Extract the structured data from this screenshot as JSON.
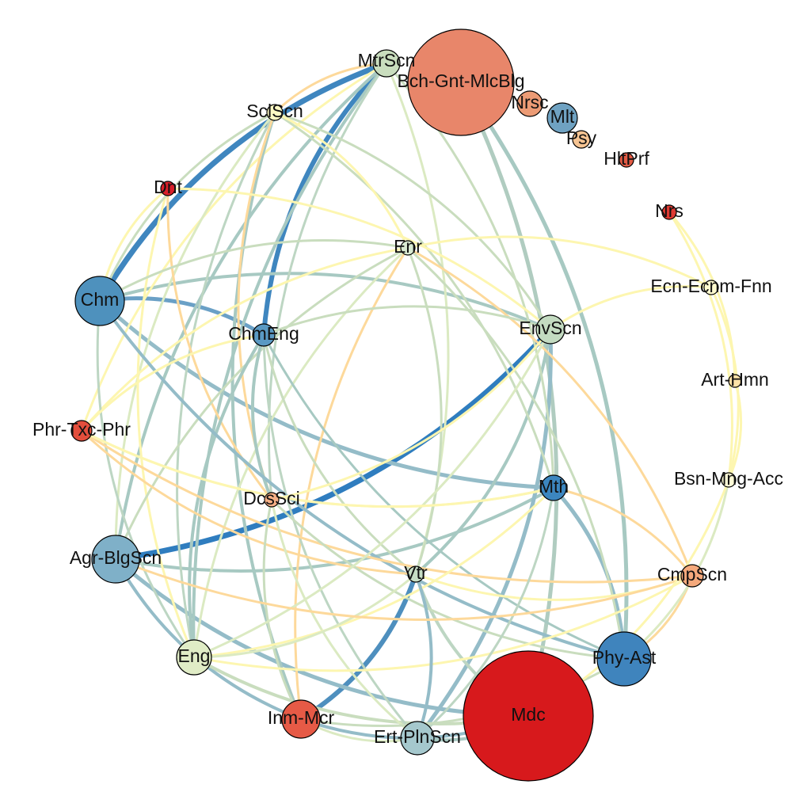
{
  "diagram": {
    "nodes": [
      {
        "id": "MtrScn",
        "label": "MtrScn",
        "color": "#c9ddbe"
      },
      {
        "id": "BGM",
        "label": "Bch-Gnt-MlcBlg",
        "color": "#e8866a"
      },
      {
        "id": "Nrsc",
        "label": "Nrsc",
        "color": "#ec9b75"
      },
      {
        "id": "Mlt",
        "label": "Mlt",
        "color": "#6fa2c2"
      },
      {
        "id": "Psy",
        "label": "Psy",
        "color": "#f6c493"
      },
      {
        "id": "HltPrf",
        "label": "HltPrf",
        "color": "#e35b45"
      },
      {
        "id": "SclScn",
        "label": "SclScn",
        "color": "#fdf9c4"
      },
      {
        "id": "Dnt",
        "label": "Dnt",
        "color": "#d8202a"
      },
      {
        "id": "Nrs",
        "label": "Nrs",
        "color": "#de3a32"
      },
      {
        "id": "Enr",
        "label": "Enr",
        "color": "#d9ead2"
      },
      {
        "id": "Chm",
        "label": "Chm",
        "color": "#4e91bd"
      },
      {
        "id": "EcnFnn",
        "label": "Ecn-Ecnm-Fnn",
        "color": "#fffbd0"
      },
      {
        "id": "ChmEng",
        "label": "ChmEng",
        "color": "#5a99c3"
      },
      {
        "id": "EnvScn",
        "label": "EnvScn",
        "color": "#c3dbc1"
      },
      {
        "id": "ArtHmn",
        "label": "Art-Hmn",
        "color": "#fde3a8"
      },
      {
        "id": "PTP",
        "label": "Phr-Txc-Phr",
        "color": "#e34e3c"
      },
      {
        "id": "Mth",
        "label": "Mth",
        "color": "#3c86bf"
      },
      {
        "id": "BMA",
        "label": "Bsn-Mng-Acc",
        "color": "#fffbd6"
      },
      {
        "id": "DcsSci",
        "label": "DcsSci",
        "color": "#f6b085"
      },
      {
        "id": "ABS",
        "label": "Agr-BlgScn",
        "color": "#7fb0c8"
      },
      {
        "id": "CmpScn",
        "label": "CmpScn",
        "color": "#f5a97c"
      },
      {
        "id": "Vtr",
        "label": "Vtr",
        "color": "#c6ddc4"
      },
      {
        "id": "Eng",
        "label": "Eng",
        "color": "#e0ecc6"
      },
      {
        "id": "PhyAst",
        "label": "Phy-Ast",
        "color": "#3f84bd"
      },
      {
        "id": "Mdc",
        "label": "Mdc",
        "color": "#d7191c"
      },
      {
        "id": "InmMcr",
        "label": "Inm-Mcr",
        "color": "#e65a46"
      },
      {
        "id": "EPS",
        "label": "Ert-PlnScn",
        "color": "#a5c8cd"
      }
    ],
    "edges": [
      {
        "source": "Chm",
        "target": "MtrScn",
        "color": "#3f86bf",
        "weight": 7
      },
      {
        "source": "ABS",
        "target": "EnvScn",
        "color": "#2f7dbf",
        "weight": 7
      },
      {
        "source": "InmMcr",
        "target": "Vtr",
        "color": "#4e8fbe",
        "weight": 6
      },
      {
        "source": "ChmEng",
        "target": "MtrScn",
        "color": "#3f86bf",
        "weight": 6
      },
      {
        "source": "BGM",
        "target": "PhyAst",
        "color": "#a7c9c2",
        "weight": 5
      },
      {
        "source": "BGM",
        "target": "Mdc",
        "color": "#b0ccc0",
        "weight": 5
      },
      {
        "source": "Chm",
        "target": "Mth",
        "color": "#94bcc8",
        "weight": 5
      },
      {
        "source": "Chm",
        "target": "ChmEng",
        "color": "#6aa0c6",
        "weight": 5
      },
      {
        "source": "Chm",
        "target": "EnvScn",
        "color": "#a7c9c2",
        "weight": 4
      },
      {
        "source": "ABS",
        "target": "Mdc",
        "color": "#94bcc8",
        "weight": 5
      },
      {
        "source": "ABS",
        "target": "Mth",
        "color": "#a7c9c2",
        "weight": 4
      },
      {
        "source": "ABS",
        "target": "InmMcr",
        "color": "#94bcc8",
        "weight": 4
      },
      {
        "source": "EnvScn",
        "target": "EPS",
        "color": "#94bcc8",
        "weight": 5
      },
      {
        "source": "EnvScn",
        "target": "Vtr",
        "color": "#a7c9c2",
        "weight": 4
      },
      {
        "source": "Mth",
        "target": "PhyAst",
        "color": "#94bcc8",
        "weight": 5
      },
      {
        "source": "Mdc",
        "target": "InmMcr",
        "color": "#94bcc8",
        "weight": 4
      },
      {
        "source": "Mdc",
        "target": "EPS",
        "color": "#a7c9c2",
        "weight": 4
      },
      {
        "source": "Mdc",
        "target": "Vtr",
        "color": "#bdd6c3",
        "weight": 4
      },
      {
        "source": "Mdc",
        "target": "Eng",
        "color": "#c9ddbe",
        "weight": 4
      },
      {
        "source": "MtrScn",
        "target": "Eng",
        "color": "#a7c9c2",
        "weight": 4
      },
      {
        "source": "MtrScn",
        "target": "ABS",
        "color": "#a7c9c2",
        "weight": 4
      },
      {
        "source": "MtrScn",
        "target": "DcsSci",
        "color": "#bdd6c3",
        "weight": 3
      },
      {
        "source": "MtrScn",
        "target": "Mth",
        "color": "#c9ddbe",
        "weight": 3
      },
      {
        "source": "MtrScn",
        "target": "Vtr",
        "color": "#dbeac2",
        "weight": 3
      },
      {
        "source": "MtrScn",
        "target": "PTP",
        "color": "#fdf6b0",
        "weight": 3
      },
      {
        "source": "MtrScn",
        "target": "SclScn",
        "color": "#fdd99b",
        "weight": 3
      },
      {
        "source": "SclScn",
        "target": "InmMcr",
        "color": "#a7c9c2",
        "weight": 4
      },
      {
        "source": "SclScn",
        "target": "Eng",
        "color": "#bdd6c3",
        "weight": 3
      },
      {
        "source": "SclScn",
        "target": "Mth",
        "color": "#c9ddbe",
        "weight": 3
      },
      {
        "source": "SclScn",
        "target": "EnvScn",
        "color": "#c9ddbe",
        "weight": 3
      },
      {
        "source": "SclScn",
        "target": "Enr",
        "color": "#fdf6b0",
        "weight": 3
      },
      {
        "source": "SclScn",
        "target": "ABS",
        "color": "#dbeac2",
        "weight": 3
      },
      {
        "source": "SclScn",
        "target": "DcsSci",
        "color": "#fdd99b",
        "weight": 3
      },
      {
        "source": "Dnt",
        "target": "DcsSci",
        "color": "#fdd99b",
        "weight": 3
      },
      {
        "source": "Dnt",
        "target": "EnvScn",
        "color": "#fdf6b0",
        "weight": 3
      },
      {
        "source": "Dnt",
        "target": "Eng",
        "color": "#fdf6b0",
        "weight": 3
      },
      {
        "source": "Enr",
        "target": "ABS",
        "color": "#c9ddbe",
        "weight": 3
      },
      {
        "source": "Enr",
        "target": "Eng",
        "color": "#dbeac2",
        "weight": 3
      },
      {
        "source": "Enr",
        "target": "Vtr",
        "color": "#c9ddbe",
        "weight": 3
      },
      {
        "source": "Enr",
        "target": "CmpScn",
        "color": "#fdd99b",
        "weight": 3
      },
      {
        "source": "Enr",
        "target": "EcnFnn",
        "color": "#fdf6b0",
        "weight": 3
      },
      {
        "source": "Enr",
        "target": "InmMcr",
        "color": "#fdd99b",
        "weight": 3
      },
      {
        "source": "Enr",
        "target": "PhyAst",
        "color": "#c9ddbe",
        "weight": 3
      },
      {
        "source": "Enr",
        "target": "PTP",
        "color": "#fdf6b0",
        "weight": 3
      },
      {
        "source": "ChmEng",
        "target": "Eng",
        "color": "#a7c9c2",
        "weight": 4
      },
      {
        "source": "ChmEng",
        "target": "EPS",
        "color": "#bdd6c3",
        "weight": 3
      },
      {
        "source": "ChmEng",
        "target": "PhyAst",
        "color": "#a7c9c2",
        "weight": 3
      },
      {
        "source": "ChmEng",
        "target": "Vtr",
        "color": "#c9ddbe",
        "weight": 3
      },
      {
        "source": "ChmEng",
        "target": "DcsSci",
        "color": "#a7c9c2",
        "weight": 4
      },
      {
        "source": "Chm",
        "target": "PhyAst",
        "color": "#94bcc8",
        "weight": 4
      },
      {
        "source": "Chm",
        "target": "Eng",
        "color": "#bdd6c3",
        "weight": 3
      },
      {
        "source": "Chm",
        "target": "SclScn",
        "color": "#c9ddbe",
        "weight": 3
      },
      {
        "source": "Chm",
        "target": "Enr",
        "color": "#c9ddbe",
        "weight": 3
      },
      {
        "source": "PTP",
        "target": "CmpScn",
        "color": "#fdd99b",
        "weight": 3
      },
      {
        "source": "PTP",
        "target": "Mth",
        "color": "#fdf6b0",
        "weight": 3
      },
      {
        "source": "PTP",
        "target": "Vtr",
        "color": "#fdd99b",
        "weight": 3
      },
      {
        "source": "PTP",
        "target": "ChmEng",
        "color": "#fdf6b0",
        "weight": 3
      },
      {
        "source": "DcsSci",
        "target": "PhyAst",
        "color": "#c9ddbe",
        "weight": 3
      },
      {
        "source": "DcsSci",
        "target": "EPS",
        "color": "#dbeac2",
        "weight": 3
      },
      {
        "source": "DcsSci",
        "target": "InmMcr",
        "color": "#c9ddbe",
        "weight": 3
      },
      {
        "source": "Eng",
        "target": "Mth",
        "color": "#fdf6b0",
        "weight": 3
      },
      {
        "source": "Eng",
        "target": "CmpScn",
        "color": "#fdf6b0",
        "weight": 3
      },
      {
        "source": "Eng",
        "target": "EnvScn",
        "color": "#dbeac2",
        "weight": 3
      },
      {
        "source": "Eng",
        "target": "Vtr",
        "color": "#dbeac2",
        "weight": 3
      },
      {
        "source": "Vtr",
        "target": "EPS",
        "color": "#94bcc8",
        "weight": 4
      },
      {
        "source": "Vtr",
        "target": "CmpScn",
        "color": "#fdf6b0",
        "weight": 3
      },
      {
        "source": "EPS",
        "target": "Mth",
        "color": "#bdd6c3",
        "weight": 3
      },
      {
        "source": "EPS",
        "target": "InmMcr",
        "color": "#dbeac2",
        "weight": 3
      },
      {
        "source": "InmMcr",
        "target": "PhyAst",
        "color": "#c9ddbe",
        "weight": 3
      },
      {
        "source": "CmpScn",
        "target": "Mth",
        "color": "#fdd99b",
        "weight": 3
      },
      {
        "source": "CmpScn",
        "target": "PhyAst",
        "color": "#fdd99b",
        "weight": 3
      },
      {
        "source": "CmpScn",
        "target": "ABS",
        "color": "#fdd99b",
        "weight": 3
      },
      {
        "source": "BMA",
        "target": "PhyAst",
        "color": "#dbeac2",
        "weight": 3
      },
      {
        "source": "BMA",
        "target": "ArtHmn",
        "color": "#fdf6b0",
        "weight": 3
      },
      {
        "source": "BMA",
        "target": "Mdc",
        "color": "#fdf6b0",
        "weight": 3
      },
      {
        "source": "BMA",
        "target": "Nrs",
        "color": "#fdf6b0",
        "weight": 3
      },
      {
        "source": "Nrs",
        "target": "ArtHmn",
        "color": "#fdf6b0",
        "weight": 3
      },
      {
        "source": "EcnFnn",
        "target": "EnvScn",
        "color": "#fdf6b0",
        "weight": 3
      },
      {
        "source": "EcnFnn",
        "target": "BMA",
        "color": "#fdf6b0",
        "weight": 3
      },
      {
        "source": "Mth",
        "target": "PTP",
        "color": "#fdf6b0",
        "weight": 3
      },
      {
        "source": "EnvScn",
        "target": "DcsSci",
        "color": "#fdf6b0",
        "weight": 3
      },
      {
        "source": "EnvScn",
        "target": "ChmEng",
        "color": "#c9ddbe",
        "weight": 3
      },
      {
        "source": "Dnt",
        "target": "Chm",
        "color": "#fdf6b0",
        "weight": 3
      }
    ]
  }
}
